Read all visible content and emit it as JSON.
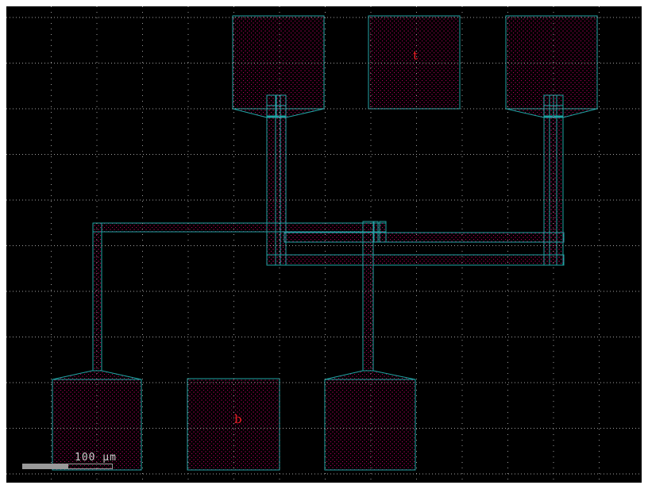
{
  "viewer": {
    "type": "ic-layout-viewer",
    "background_color": "#000000",
    "outline_color": "#1fa3a3",
    "fill_dot_color": "#d4006e",
    "grid_dot_color": "#9f9f9f",
    "label_color": "#e02020",
    "labels": {
      "top": "t",
      "bottom": "b"
    },
    "scale_bar": {
      "label": "100 µm",
      "text_color": "#cccccc",
      "bar_color": "#999999"
    },
    "pads": {
      "top_row": [
        "pad-top-left",
        "pad-top-middle",
        "pad-top-right"
      ],
      "bottom_row": [
        "pad-bottom-left",
        "pad-bottom-middle",
        "pad-bottom-right"
      ]
    },
    "traces": [
      "bus-upper",
      "bus-middle",
      "bus-lower",
      "trace-left-vertical",
      "trace-topleft-pad",
      "trace-topright-pad",
      "trace-bottomright-pad"
    ]
  }
}
